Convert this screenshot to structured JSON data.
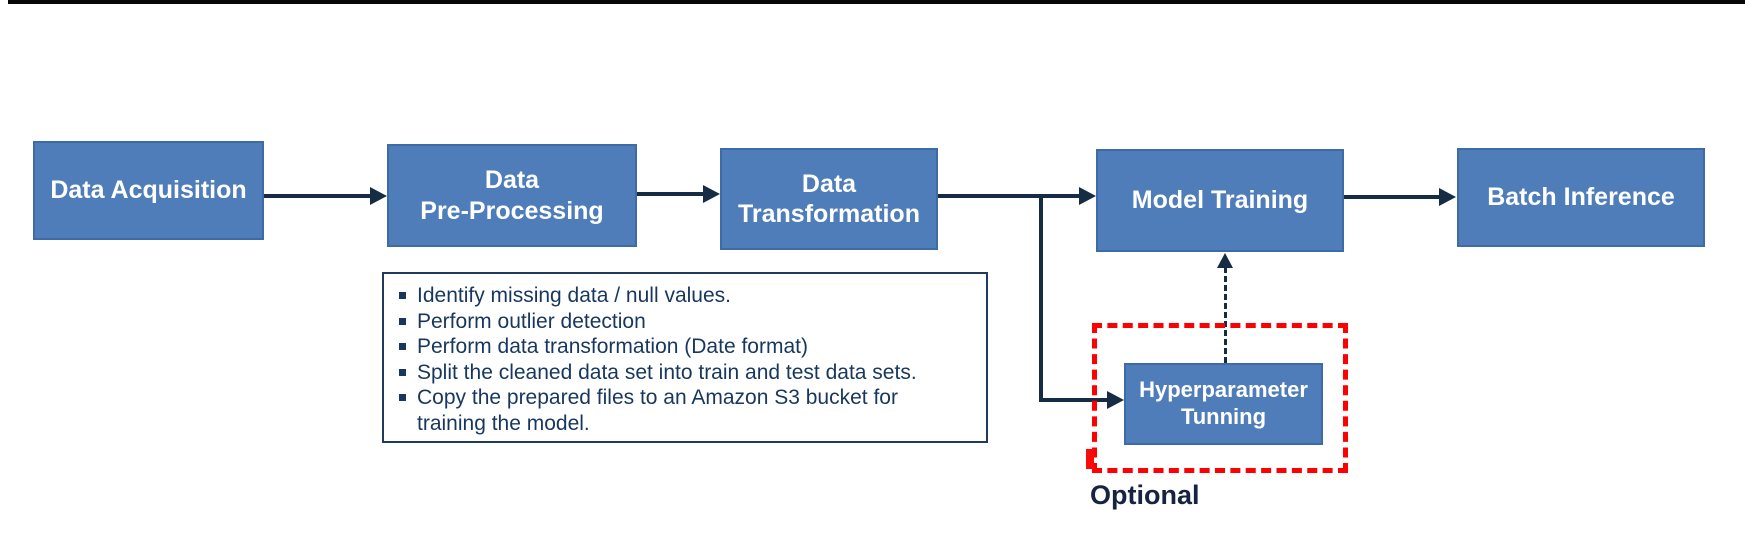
{
  "colors": {
    "node_fill": "#4e7dba",
    "node_border": "#3d6ba5",
    "connector": "#152c44",
    "note_border": "#1e3a5c",
    "note_text": "#17375e",
    "optional_border": "#ff0000",
    "optional_text": "#16243f",
    "node_text": "#ffffff",
    "top_rule": "#070707"
  },
  "flow": {
    "nodes": [
      {
        "id": "data-acquisition",
        "label": "Data Acquisition"
      },
      {
        "id": "data-pre-processing",
        "label": "Data\nPre-Processing"
      },
      {
        "id": "data-transformation",
        "label": "Data\nTransformation"
      },
      {
        "id": "model-training",
        "label": "Model Training"
      },
      {
        "id": "batch-inference",
        "label": "Batch Inference"
      },
      {
        "id": "hyperparameter-tunning",
        "label": "Hyperparameter\nTunning"
      }
    ],
    "edges": [
      {
        "from": "data-acquisition",
        "to": "data-pre-processing",
        "style": "solid-arrow"
      },
      {
        "from": "data-pre-processing",
        "to": "data-transformation",
        "style": "solid-arrow"
      },
      {
        "from": "data-transformation",
        "to": "model-training",
        "style": "solid-arrow"
      },
      {
        "from": "data-transformation",
        "to": "hyperparameter-tunning",
        "style": "solid-elbow-arrow"
      },
      {
        "from": "model-training",
        "to": "batch-inference",
        "style": "solid-arrow"
      },
      {
        "from": "hyperparameter-tunning",
        "to": "model-training",
        "style": "dashed-arrow"
      }
    ],
    "optional_label": "Optional"
  },
  "note": {
    "items": [
      "Identify missing data / null values.",
      "Perform outlier detection",
      "Perform data transformation (Date format)",
      "Split the cleaned data set into train and test data sets.",
      "Copy the prepared files to an Amazon S3 bucket for training the model."
    ]
  }
}
